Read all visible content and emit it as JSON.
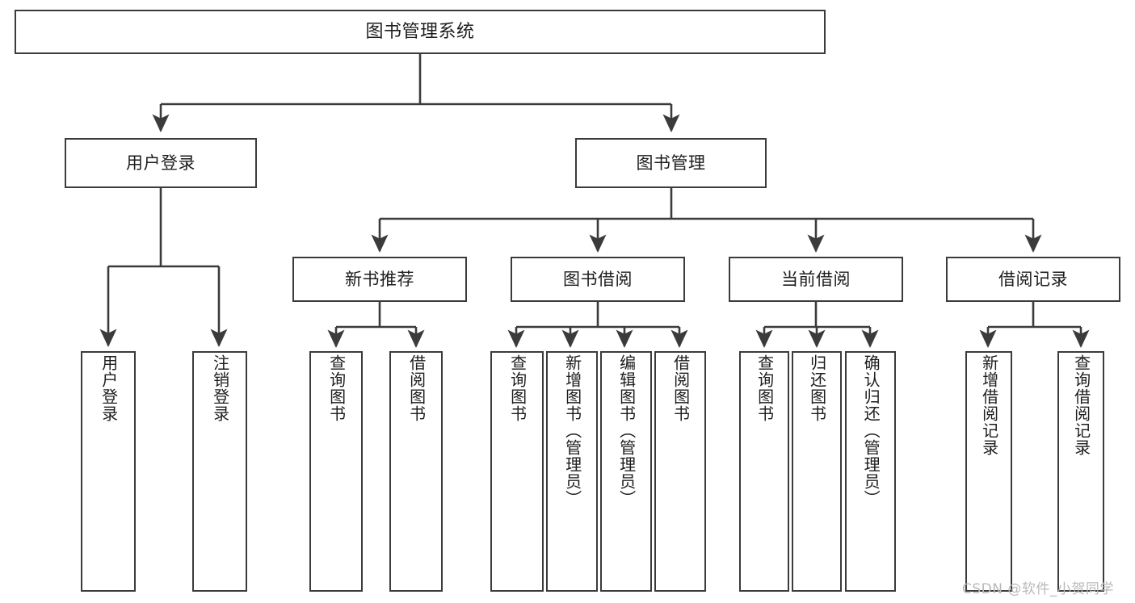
{
  "diagram": {
    "title": "图书管理系统",
    "type": "tree-hierarchy-diagram",
    "colors": {
      "background": "#ffffff",
      "node_fill": "#ffffff",
      "node_border": "#3b3b3b",
      "edge": "#3b3b3b",
      "text": "#1d1d1d",
      "watermark": "#b9b9b9"
    },
    "root": {
      "label": "图书管理系统"
    },
    "level2": [
      {
        "label": "用户登录"
      },
      {
        "label": "图书管理"
      }
    ],
    "level3": [
      {
        "label": "新书推荐"
      },
      {
        "label": "图书借阅"
      },
      {
        "label": "当前借阅"
      },
      {
        "label": "借阅记录"
      }
    ],
    "leaves": {
      "user_login": [
        {
          "label": "用户登录"
        },
        {
          "label": "注销登录"
        }
      ],
      "new_book_recommend": [
        {
          "label": "查询图书"
        },
        {
          "label": "借阅图书"
        }
      ],
      "book_borrow": [
        {
          "label": "查询图书"
        },
        {
          "label": "新增图书（管理员）"
        },
        {
          "label": "编辑图书（管理员）"
        },
        {
          "label": "借阅图书"
        }
      ],
      "current_borrow": [
        {
          "label": "查询图书"
        },
        {
          "label": "归还图书"
        },
        {
          "label": "确认归还（管理员）"
        }
      ],
      "borrow_record": [
        {
          "label": "新增借阅记录"
        },
        {
          "label": "查询借阅记录"
        }
      ]
    }
  },
  "watermark": {
    "text": "CSDN @软件_小贺同学"
  }
}
